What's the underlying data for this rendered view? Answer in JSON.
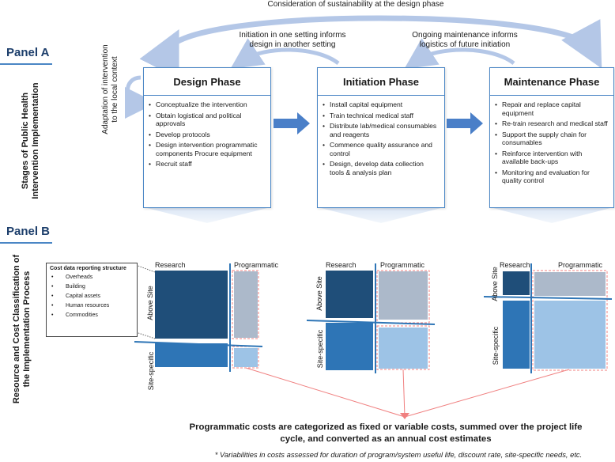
{
  "top": {
    "sustainability": "Consideration of sustainability at the design phase",
    "initiation_informs": "Initiation in one setting informs design in another setting",
    "maintenance_informs": "Ongoing maintenance informs logistics of future initiation"
  },
  "panel_a": {
    "label": "Panel A",
    "side_title_line1": "Stages of Public Health",
    "side_title_line2": "Intervention Implementation",
    "adaptation_line1": "Adaptation of intervention",
    "adaptation_line2": "to the local context",
    "phases": [
      {
        "title": "Design Phase",
        "items": [
          "Conceptualize the intervention",
          "Obtain logistical and political approvals",
          "Develop protocols",
          "Design intervention programmatic components Procure equipment",
          "Recruit staff"
        ]
      },
      {
        "title": "Initiation Phase",
        "items": [
          "Install capital equipment",
          "Train technical medical staff",
          "Distribute lab/medical consumables and reagents",
          "Commence quality assurance and control",
          "Design, develop data collection tools & analysis plan"
        ]
      },
      {
        "title": "Maintenance Phase",
        "items": [
          "Repair and replace capital equipment",
          "Re-train research and medical staff",
          "Support the supply chain for consumables",
          "Reinforce intervention with available back-ups",
          "Monitoring and evaluation for quality control"
        ]
      }
    ]
  },
  "panel_b": {
    "label": "Panel B",
    "side_title_line1": "Resource and Cost Classification of",
    "side_title_line2": "the Implementation Process",
    "cost_structure": {
      "title": "Cost data reporting structure",
      "items": [
        "Overheads",
        "Building",
        "Capital assets",
        "Human resources",
        "Commodities"
      ]
    },
    "quadrant_labels": {
      "research": "Research",
      "programmatic": "Programmatic",
      "above_site": "Above Site",
      "site_specific": "Site-specific"
    },
    "conclusion": "Programmatic costs are categorized as fixed or variable costs, summed over the project life cycle, and converted as an annual cost estimates",
    "footnote": "* Variabilities in costs assessed for duration of program/system useful life, discount rate, site-specific needs, etc."
  },
  "colors": {
    "dark_blue": "#1f4e79",
    "mid_blue": "#2e75b6",
    "light_blue": "#9dc3e6",
    "grey_blue": "#acb9ca",
    "arrow_blue": "#4a7fc8",
    "arc_blue": "#b4c7e7",
    "pink": "#f08080"
  }
}
